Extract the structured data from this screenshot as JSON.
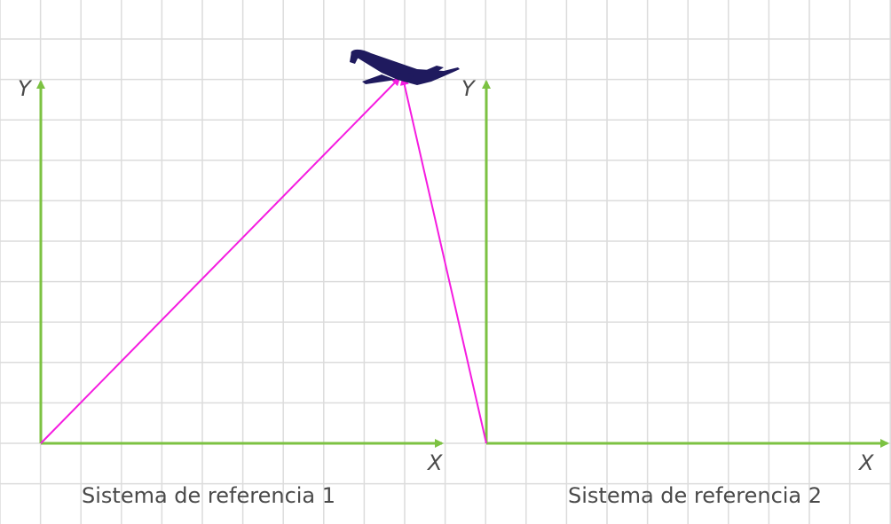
{
  "colors": {
    "background": "#ffffff",
    "grid": "#dcdcdc",
    "axis": "#7cc242",
    "vector": "#f51ce0",
    "airplane": "#1f1a5e",
    "text": "#4a4a4a"
  },
  "frames": [
    {
      "caption": "Sistema de referencia 1",
      "x_axis_label": "X",
      "y_axis_label": "Y"
    },
    {
      "caption": "Sistema de referencia 2",
      "x_axis_label": "X",
      "y_axis_label": "Y"
    }
  ],
  "airplane": {
    "icon": "airplane-icon"
  }
}
